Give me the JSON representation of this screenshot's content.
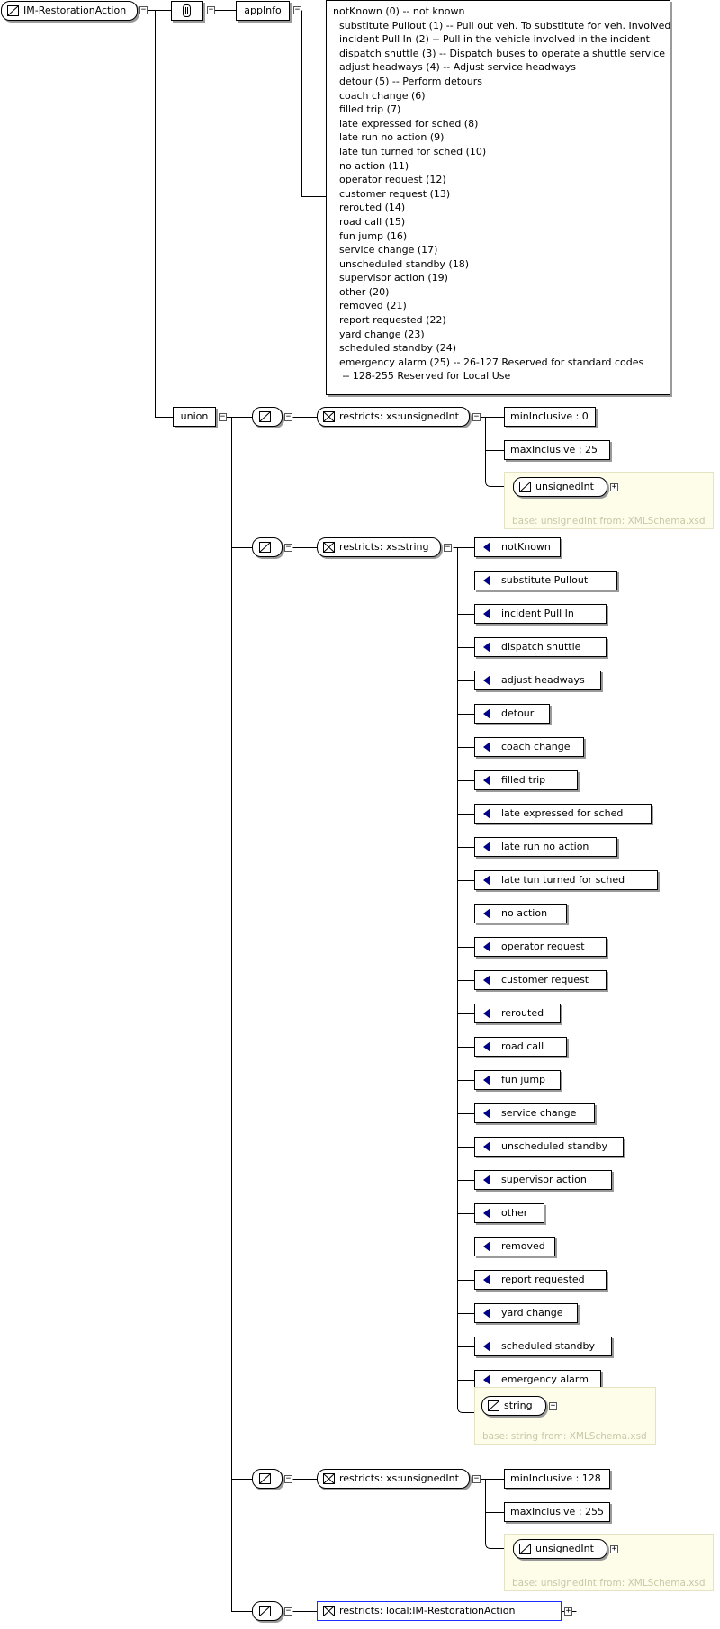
{
  "root": {
    "name": "IM-RestorationAction"
  },
  "annotation": {
    "node_label": "appInfo",
    "doc_lines": [
      "notKnown (0) -- not known",
      "  substitute Pullout (1) -- Pull out veh. To substitute for veh. Involved",
      "  incident Pull In (2) -- Pull in the vehicle involved in the incident",
      "  dispatch shuttle (3) -- Dispatch buses to operate a shuttle service",
      "  adjust headways (4) -- Adjust service headways",
      "  detour (5) -- Perform detours",
      "  coach change (6)",
      "  filled trip (7)",
      "  late expressed for sched (8)",
      "  late run no action (9)",
      "  late tun turned for sched (10)",
      "  no action (11)",
      "  operator request (12)",
      "  customer request (13)",
      "  rerouted (14)",
      "  road call (15)",
      "  fun jump (16)",
      "  service change (17)",
      "  unscheduled standby (18)",
      "  supervisor action (19)",
      "  other (20)",
      "  removed (21)",
      "  report requested (22)",
      "  yard change (23)",
      "  scheduled standby (24)",
      "  emergency alarm (25) -- 26-127 Reserved for standard codes",
      "   -- 128-255 Reserved for Local Use"
    ]
  },
  "union_label": "union",
  "members": [
    {
      "restricts": "restricts: xs:unsignedInt",
      "facets": [
        "minInclusive : 0",
        "maxInclusive : 25"
      ],
      "base_type": "unsignedInt",
      "base_note": "base: unsignedInt from: XMLSchema.xsd"
    },
    {
      "restricts": "restricts: xs:string",
      "enumerations": [
        "notKnown",
        "substitute Pullout",
        "incident Pull In",
        "dispatch shuttle",
        "adjust headways",
        "detour",
        "coach change",
        "filled trip",
        "late expressed for sched",
        "late run no action",
        "late tun turned for sched",
        "no action",
        "operator request",
        "customer request",
        "rerouted",
        "road call",
        "fun jump",
        "service change",
        "unscheduled standby",
        "supervisor action",
        "other",
        "removed",
        "report requested",
        "yard change",
        "scheduled standby",
        "emergency alarm"
      ],
      "base_type": "string",
      "base_note": "base: string from: XMLSchema.xsd"
    },
    {
      "restricts": "restricts: xs:unsignedInt",
      "facets": [
        "minInclusive : 128",
        "maxInclusive : 255"
      ],
      "base_type": "unsignedInt",
      "base_note": "base: unsignedInt from: XMLSchema.xsd"
    },
    {
      "restricts": "restricts: local:IM-RestorationAction"
    }
  ],
  "icons": {
    "simple_type": "simple-type-icon",
    "restriction": "restriction-icon",
    "annotation": "annotation-icon",
    "enumeration": "enumeration-icon",
    "expand": "expand-icon",
    "collapse": "collapse-icon"
  },
  "colors": {
    "enumeration_marker": "#00008b",
    "base_box": "#fdfde9",
    "highlight_border": "#1a2cff"
  }
}
